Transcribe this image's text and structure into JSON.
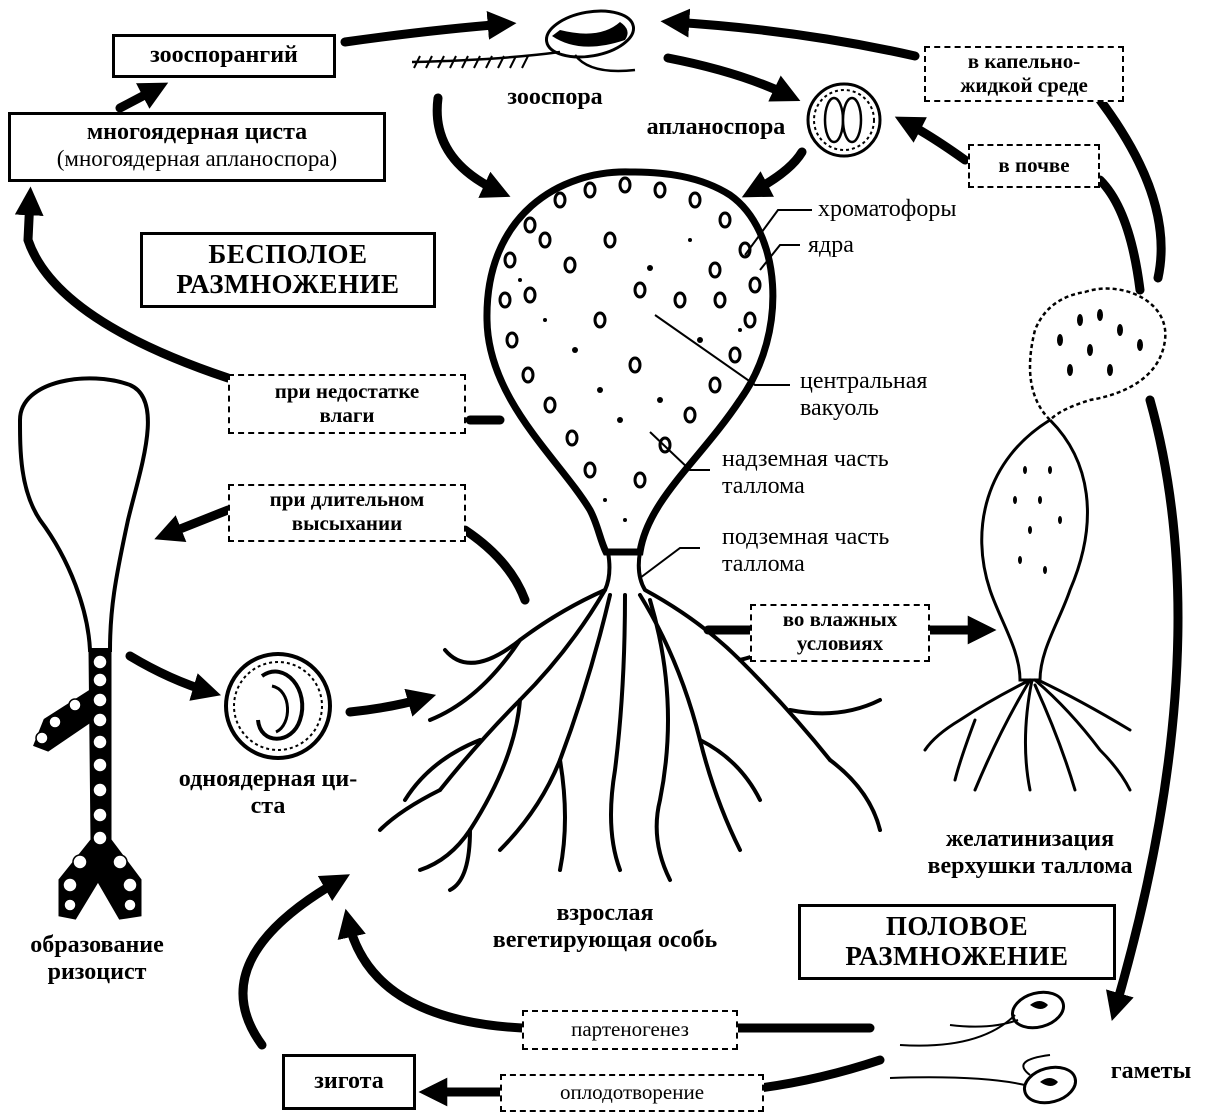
{
  "boxes": {
    "zoosporangium": "зооспорангий",
    "multinuclear_cyst": [
      "многоядерная циста",
      "(многоядерная апланоспора)"
    ],
    "asexual": [
      "БЕСПОЛОЕ",
      "РАЗМНОЖЕНИЕ"
    ],
    "sexual": [
      "ПОЛОВОЕ",
      "РАЗМНОЖЕНИЕ"
    ],
    "zygote": "зигота"
  },
  "conditions": {
    "liquid_medium": [
      "в капельно-",
      "жидкой среде"
    ],
    "in_soil": "в почве",
    "lack_of_moisture": [
      "при недостатке",
      "влаги"
    ],
    "long_drying": [
      "при длительном",
      "высыхании"
    ],
    "humid_conditions": [
      "во влажных",
      "условиях"
    ],
    "parthenogenesis": "партеногенез",
    "fertilization": "оплодотворение"
  },
  "labels": {
    "zoospore": "зооспора",
    "aplanospore": "апланоспора",
    "chromatophores": "хроматофоры",
    "nuclei": "ядра",
    "central_vacuole": [
      "центральная",
      "вакуоль"
    ],
    "aerial_thallus": [
      "надземная часть",
      "таллома"
    ],
    "underground_thallus": [
      "подземная часть",
      "таллома"
    ],
    "uninuclear_cyst": [
      "одноядерная ци-",
      "ста"
    ],
    "rhizocyst_formation": [
      "образование",
      "ризоцист"
    ],
    "adult": [
      "взрослая",
      "вегетирующая особь"
    ],
    "gelatinization": [
      "желатинизация",
      "верхушки таллома"
    ],
    "gametes": "гаметы"
  }
}
